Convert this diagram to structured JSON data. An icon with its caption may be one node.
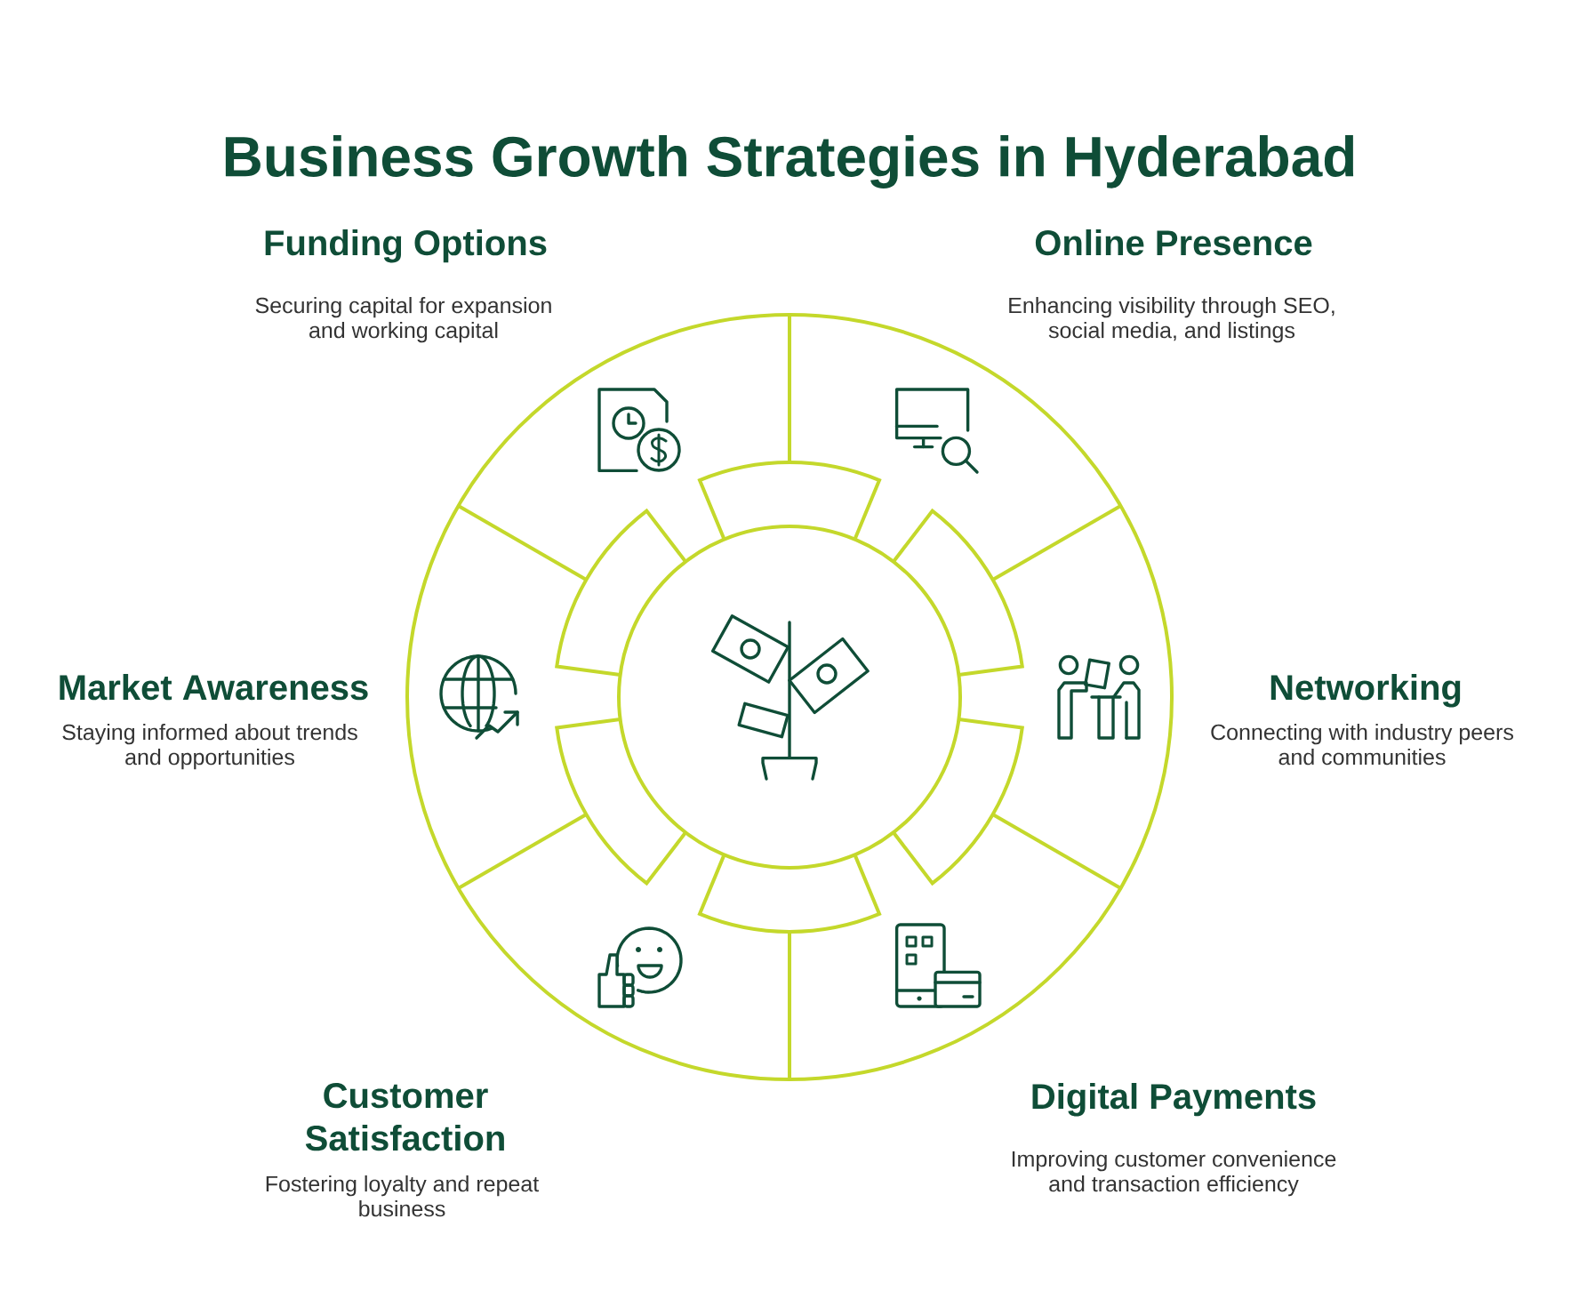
{
  "diagram": {
    "title": "Business Growth Strategies in Hyderabad",
    "nodes": [
      {
        "text": [
          "Funding Options",
          "Securing capital for expansion and working capital"
        ]
      },
      {
        "text": [
          "Online Presence",
          "Enhancing visibility through SEO, social media, and listings"
        ]
      },
      {
        "text": [
          "Market Awareness",
          "Staying informed about trends and opportunities"
        ]
      },
      {
        "text": [
          "Networking",
          "Connecting with industry peers and communities"
        ]
      },
      {
        "text": [
          "Customer Satisfaction",
          "Fostering loyalty and repeat business"
        ]
      },
      {
        "text": [
          "Digital Payments",
          "Improving customer convenience and transaction efficiency"
        ]
      }
    ]
  }
}
